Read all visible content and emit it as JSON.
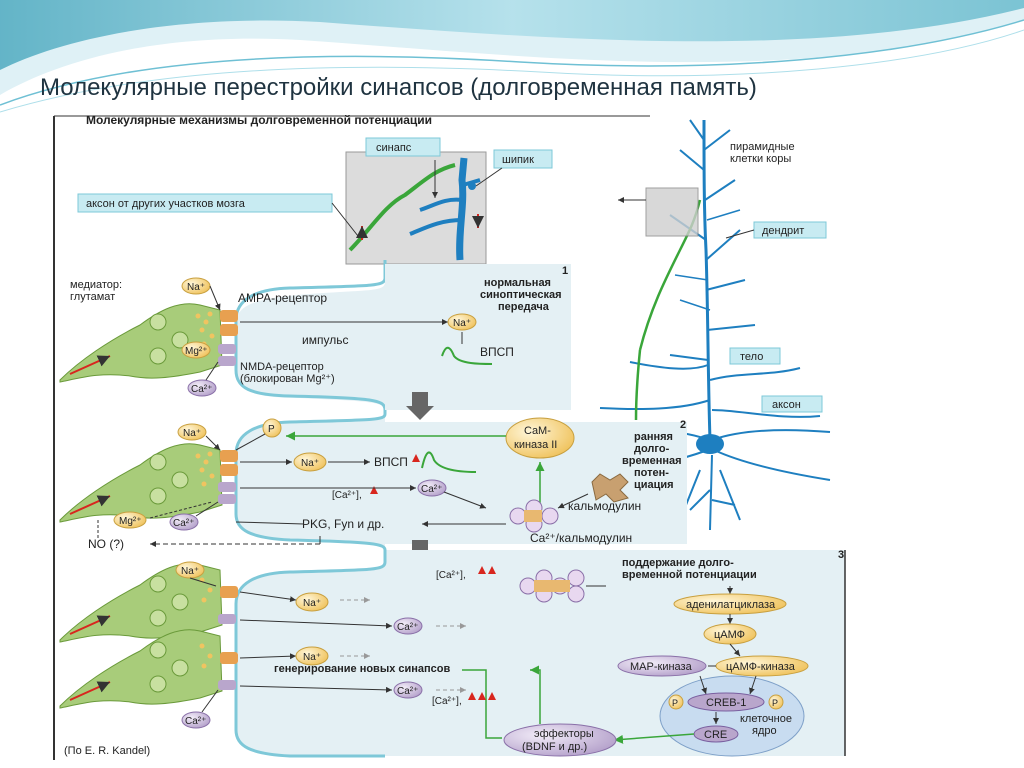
{
  "slide": {
    "title": "Молекулярные перестройки синапсов (долговременная память)"
  },
  "figure": {
    "header": "Молекулярные механизмы долговременной потенциации",
    "credit": "(По E. R. Kandel)",
    "top": {
      "synapse": "синапс",
      "spine": "шипик",
      "axon_other": "аксон от других участков мозга",
      "pyramidal_1": "пирамидные",
      "pyramidal_2": "клетки коры",
      "dendrite": "дендрит",
      "soma": "тело",
      "axon": "аксон"
    },
    "panel1": {
      "num": "1",
      "title_1": "нормальная",
      "title_2": "синоптическая",
      "title_3": "передача",
      "mediator_1": "медиатор:",
      "mediator_2": "глутамат",
      "na": "Na⁺",
      "mg": "Mg²⁺",
      "ca": "Ca²⁺",
      "ampa": "AMPA-рецептор",
      "impulse": "импульс",
      "nmda_1": "NMDA-рецептор",
      "nmda_2": "(блокирован Mg²⁺)",
      "epsp": "ВПСП"
    },
    "panel2": {
      "num": "2",
      "title_1": "ранняя",
      "title_2": "долго-",
      "title_3": "временная",
      "title_4": "потен-",
      "title_5": "циация",
      "p": "P",
      "na": "Na⁺",
      "mg": "Mg²⁺",
      "ca": "Ca²⁺",
      "epsp": "ВПСП",
      "ca_conc": "[Ca²⁺],",
      "camk_1": "CaM-",
      "camk_2": "киназа II",
      "calmodulin": "кальмодулин",
      "ca_calmodulin": "Ca²⁺/кальмодулин",
      "pkg": "PKG, Fyn и др.",
      "no": "NO (?)"
    },
    "panel3": {
      "num": "3",
      "title_1": "поддержание долго-",
      "title_2": "временной потенциации",
      "na": "Na⁺",
      "ca": "Ca²⁺",
      "ca_conc": "[Ca²⁺],",
      "adenylate": "аденилатциклаза",
      "camp": "цАМФ",
      "mapk": "MAP-киназа",
      "campk": "цАМФ-киназа",
      "p": "P",
      "creb": "CREB-1",
      "nucleus_1": "клеточное",
      "nucleus_2": "ядро",
      "cre": "CRE",
      "new_synapses": "генерирование новых синапсов",
      "effectors_1": "эффекторы",
      "effectors_2": "(BDNF и др.)"
    }
  },
  "colors": {
    "accent_teal": "#7ec8d8",
    "panel_fill": "#e4f0f4",
    "neuron_blue": "#1e7fc0",
    "axon_green": "#3aa63a",
    "terminal_green": "#a8cc7a",
    "receptor_orange": "#e8a050",
    "receptor_lilac": "#b9a6cc",
    "ion_yellow": "#f5d27a",
    "arrow_red": "#d8261e"
  }
}
